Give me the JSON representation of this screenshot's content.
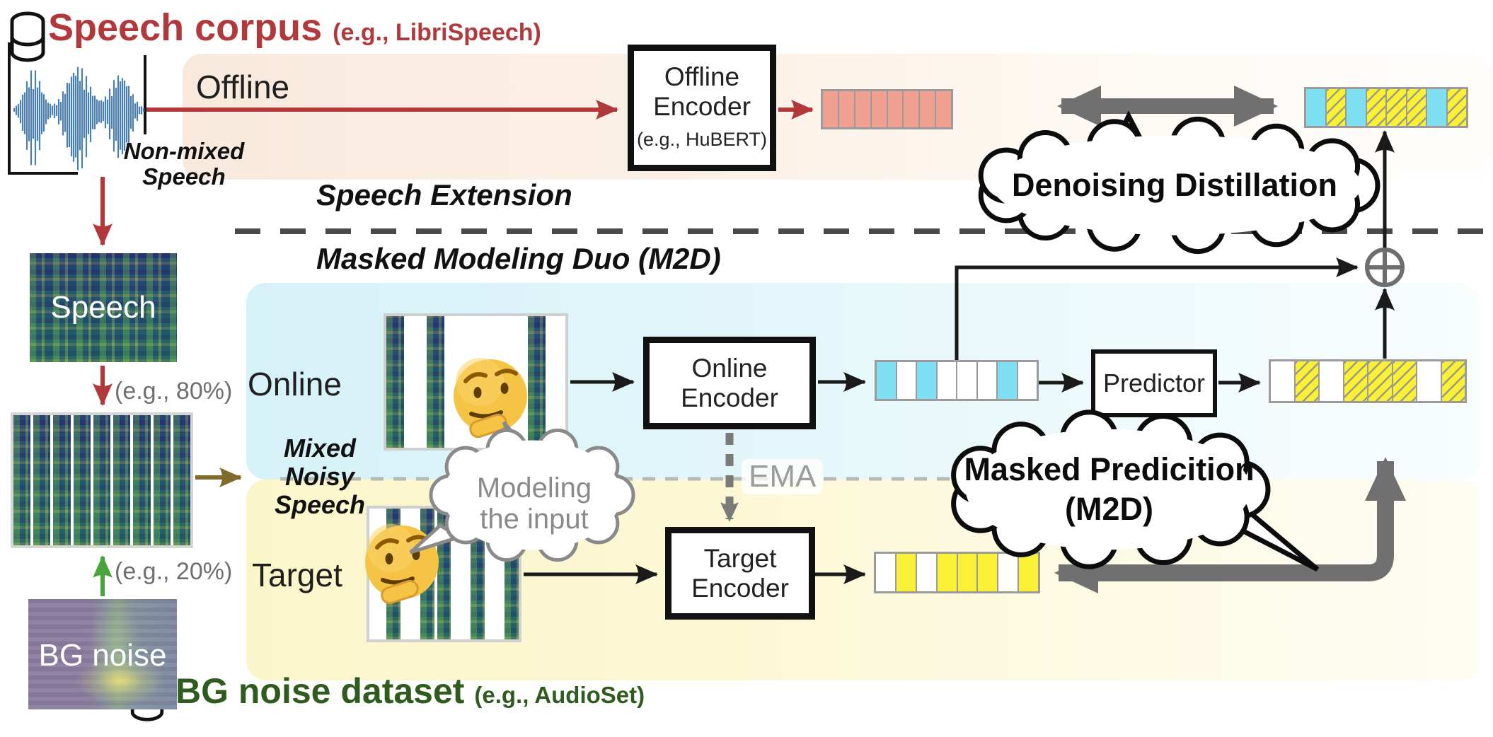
{
  "header": {
    "speech_corpus": "Speech corpus",
    "speech_corpus_example": "(e.g., LibriSpeech)",
    "non_mixed_line1": "Non-mixed",
    "non_mixed_line2": "Speech"
  },
  "footer": {
    "bg_noise_dataset": "BG noise dataset",
    "bg_noise_example": "(e.g., AudioSet)"
  },
  "sections": {
    "speech_extension": "Speech Extension",
    "masked_modeling_duo": "Masked Modeling Duo (M2D)"
  },
  "branch_labels": {
    "offline": "Offline",
    "online": "Online",
    "target": "Target"
  },
  "mixed_label": {
    "line1": "Mixed",
    "line2": "Noisy",
    "line3": "Speech"
  },
  "mix_ratios": {
    "speech": "(e.g., 80%)",
    "noise": "(e.g., 20%)"
  },
  "boxes": {
    "offline_encoder": {
      "line1": "Offline",
      "line2": "Encoder",
      "example": "(e.g., HuBERT)"
    },
    "online_encoder": {
      "line1": "Online",
      "line2": "Encoder"
    },
    "target_encoder": {
      "line1": "Target",
      "line2": "Encoder"
    },
    "predictor": {
      "label": "Predictor"
    }
  },
  "callouts": {
    "denoising": "Denoising Distillation",
    "masked_prediction_line1": "Masked Predicition",
    "masked_prediction_line2": "(M2D)",
    "modeling_line1": "Modeling",
    "modeling_line2": "the input",
    "ema": "EMA"
  },
  "spectrograms": {
    "speech_label": "Speech",
    "bg_noise_label": "BG noise"
  },
  "feature_bars": {
    "offline_features": [
      "salmon",
      "salmon",
      "salmon",
      "salmon",
      "salmon",
      "salmon",
      "salmon",
      "salmon"
    ],
    "distilled_features": [
      "cyan",
      "hatch",
      "cyan",
      "hatch",
      "hatch",
      "hatch",
      "cyan",
      "hatch"
    ],
    "online_features": [
      "cyan",
      "white",
      "cyan",
      "white",
      "white",
      "white",
      "cyan",
      "white"
    ],
    "predicted_features": [
      "white",
      "hatch",
      "white",
      "hatch",
      "hatch",
      "hatch",
      "white",
      "hatch"
    ],
    "target_features": [
      "white",
      "yellow",
      "white",
      "yellow",
      "yellow",
      "yellow",
      "white",
      "yellow"
    ]
  },
  "mask_columns": {
    "mixed": [
      "spec",
      "spec",
      "spec",
      "spec",
      "spec",
      "spec",
      "spec",
      "spec",
      "spec"
    ],
    "online": [
      "spec",
      "white",
      "spec",
      "white",
      "white",
      "white",
      "white",
      "spec",
      "white"
    ],
    "target": [
      "white",
      "spec",
      "white",
      "spec",
      "spec",
      "white",
      "spec",
      "white",
      "spec"
    ]
  },
  "colors": {
    "corpus_red": "#b2393b",
    "dataset_green": "#2f5c1e",
    "arrow_red": "#b2393b",
    "arrow_green": "#4aa43c",
    "arrow_brown": "#806b2a",
    "arrow_gray": "#707070",
    "cell_cyan": "#7ee0f2",
    "cell_yellow": "#faf137",
    "cell_salmon": "#efa091",
    "region_pink": "#f9ece1",
    "region_cyan": "#d7f2f7",
    "region_yellow": "#fbf7cf"
  }
}
